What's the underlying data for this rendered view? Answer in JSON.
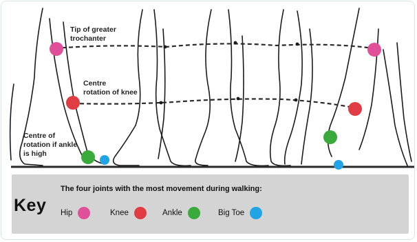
{
  "annotations": {
    "hip": "Tip of greater\ntrochanter",
    "knee": "Centre\nrotation of knee",
    "ankle": "Centre of\nrotation if ankle\nis high"
  },
  "key": {
    "title": "Key",
    "description": "The four joints with the most movement during walking:",
    "items": [
      {
        "label": "Hip",
        "color": "#e0509a"
      },
      {
        "label": "Knee",
        "color": "#e03c44"
      },
      {
        "label": "Ankle",
        "color": "#3aaa3c"
      },
      {
        "label": "Big Toe",
        "color": "#21a4e6"
      }
    ]
  },
  "colors": {
    "outline": "#1a1a1a",
    "ground": "#2a2a2a",
    "panel": "#d4d4d4",
    "frame_border": "#d6e6f0"
  }
}
